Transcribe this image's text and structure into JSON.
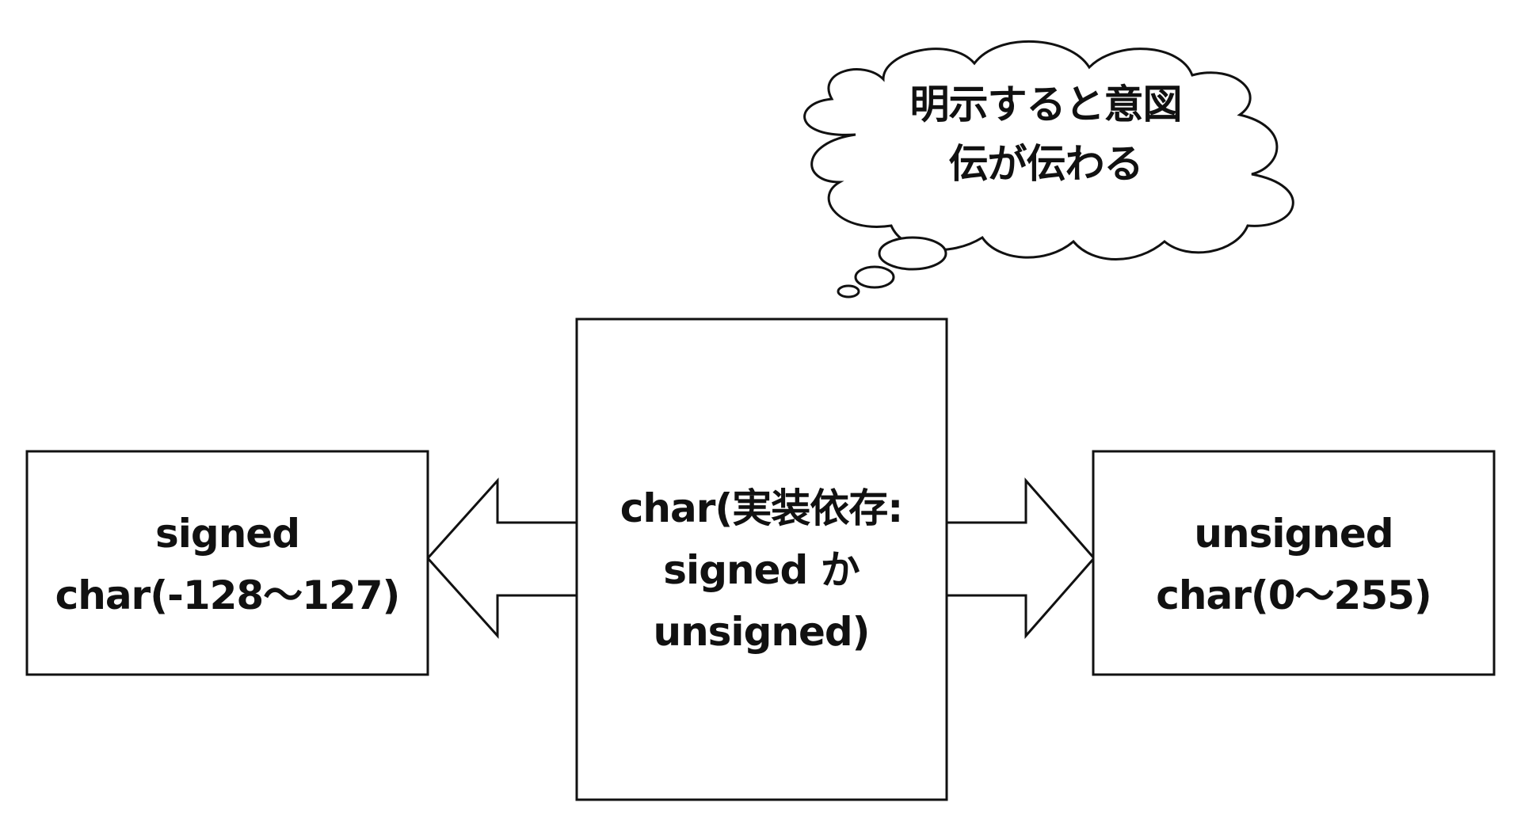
{
  "diagram": {
    "thought": {
      "line1": "明示すると意図",
      "line2": "伝が伝わる"
    },
    "center_box": {
      "line1": "char(実装依存:",
      "line2": "signed か",
      "line3": "unsigned)"
    },
    "left_box": {
      "line1": "signed",
      "line2": "char(-128〜127)"
    },
    "right_box": {
      "line1": "unsigned",
      "line2": "char(0〜255)"
    }
  },
  "colors": {
    "stroke": "#111111",
    "background": "#ffffff"
  }
}
